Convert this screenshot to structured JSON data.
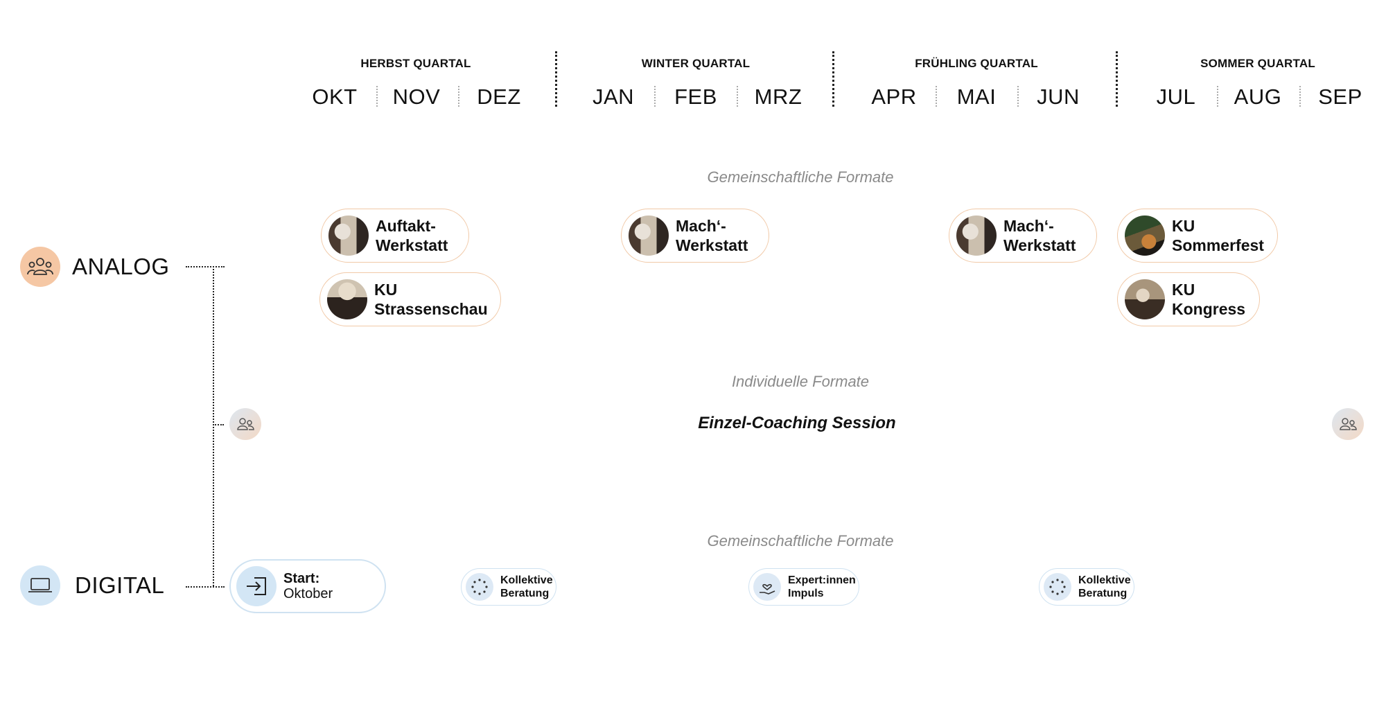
{
  "header": {
    "quarters": [
      {
        "title": "HERBST QUARTAL",
        "months": [
          "OKT",
          "NOV",
          "DEZ"
        ]
      },
      {
        "title": "WINTER QUARTAL",
        "months": [
          "JAN",
          "FEB",
          "MRZ"
        ]
      },
      {
        "title": "FRÜHLING QUARTAL",
        "months": [
          "APR",
          "MAI",
          "JUN"
        ]
      },
      {
        "title": "SOMMER QUARTAL",
        "months": [
          "JUL",
          "AUG",
          "SEP"
        ]
      }
    ]
  },
  "channels": {
    "analog": {
      "label": "ANALOG",
      "icon": "people-icon",
      "color": "#f5c7a4"
    },
    "digital": {
      "label": "DIGITAL",
      "icon": "laptop-icon",
      "color": "#d3e6f5"
    }
  },
  "sections": {
    "analog_group": "Gemeinschaftliche Formate",
    "individual": "Individuelle Formate",
    "digital_group": "Gemeinschaftliche Formate"
  },
  "analog_events": [
    {
      "label": "Auftakt-\nWerkstatt"
    },
    {
      "label": "KU\nStrassenschau"
    },
    {
      "label": "Mach‘-\nWerkstatt"
    },
    {
      "label": "Mach‘-\nWerkstatt"
    },
    {
      "label": "KU\nSommerfest"
    },
    {
      "label": "KU\nKongress"
    }
  ],
  "individual": {
    "label": "Einzel-Coaching Session"
  },
  "digital_events": {
    "start": {
      "title": "Start:",
      "subtitle": "Oktober",
      "icon": "login-arrow-icon"
    },
    "items": [
      {
        "label": "Kollektive\nBeratung",
        "icon": "dotted-circle-icon"
      },
      {
        "label": "Expert:innen\nImpuls",
        "icon": "hand-heart-icon"
      },
      {
        "label": "Kollektive\nBeratung",
        "icon": "dotted-circle-icon"
      }
    ]
  },
  "colors": {
    "analog_accent": "#f5c7a4",
    "analog_border": "#f1c9a7",
    "digital_accent": "#d3e6f5",
    "digital_border": "#cfe2f1",
    "section_label": "#8a8a8a"
  }
}
